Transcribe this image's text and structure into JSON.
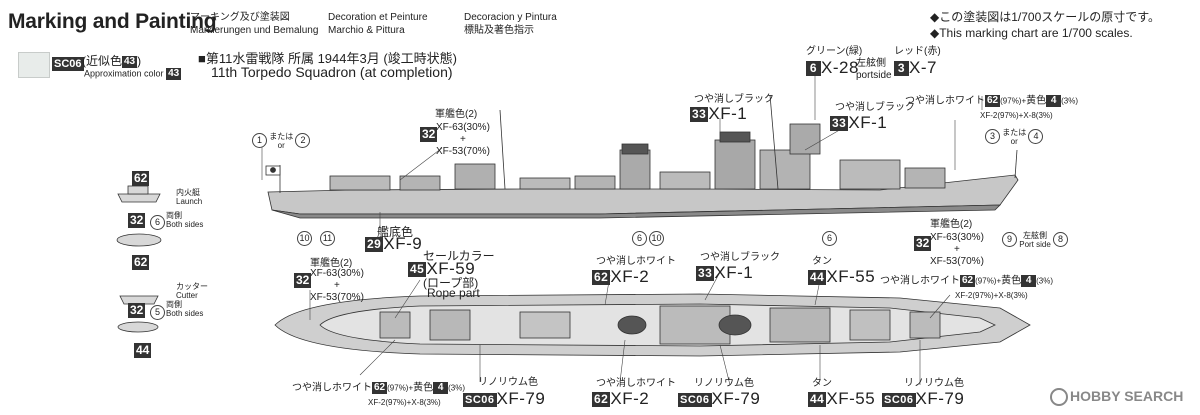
{
  "title": "Marking and Painting",
  "subtitles": {
    "ja": "マーキング及び塗装図",
    "de": "Markierungen und Bemalung",
    "fr": "Decoration et Peinture",
    "it": "Marchio & Pittura",
    "es": "Decoracion y Pintura",
    "zh": "標貼及著色指示"
  },
  "notes": {
    "ja": "◆この塗装図は1/700スケールの原寸です。",
    "en": "◆This marking chart are 1/700 scales."
  },
  "swatch": {
    "code": "SC06",
    "label_ja": "(近似色",
    "approx_num": "43",
    "close": ")",
    "label_en": "Approximation color",
    "color": "#e8ecea"
  },
  "unit": {
    "ja": "■第11水雷戦隊 所属 1944年3月 (竣工時状態)",
    "en": "11th Torpedo Squadron (at completion)"
  },
  "boats": {
    "launch_num": "62",
    "launch_ja": "内火艇",
    "launch_en": "Launch",
    "launch_side_num": "32",
    "launch_circle": "6",
    "launch_side_ja": "両側",
    "launch_side_en": "Both sides",
    "launch_bottom_num": "62",
    "cutter_ja": "カッター",
    "cutter_en": "Cutter",
    "cutter_side_num": "32",
    "cutter_circle": "5",
    "cutter_side_ja": "両側",
    "cutter_side_en": "Both sides",
    "cutter_bottom_num": "44"
  },
  "profile": {
    "c1": "1",
    "or_ja": "または",
    "or_en": "or",
    "c2": "2",
    "c3": "3",
    "c4": "4",
    "hull_color_ja": "軍艦色(2)",
    "hull_num": "32",
    "xf63": "XF-63(30%)",
    "plus": "+",
    "xf53": "XF-53(70%)",
    "flat_black_ja": "つや消しブラック",
    "flat_black_num": "33",
    "flat_black_code": "XF-1",
    "green_ja": "グリーン(緑)",
    "green_num": "6",
    "green_code": "X-28",
    "red_ja": "レッド(赤)",
    "red_num": "3",
    "red_code": "X-7",
    "port_ja": "左舷側",
    "port_en": "portside",
    "flat_white_ja": "つや消しホワイト",
    "flat_white_num": "62",
    "flat_white_pct": "(97%)+",
    "yellow_ja": "黄色",
    "yellow_num": "4",
    "yellow_pct": "(3%)",
    "mix_code": "XF-2(97%)+X-8(3%)",
    "bottom_ja": "艦底色",
    "bottom_num": "29",
    "bottom_code": "XF-9",
    "c6": "6",
    "c10": "10",
    "c11": "11",
    "c9": "9",
    "c8": "8",
    "port_side_ja": "左舷側",
    "port_side_en": "Port side"
  },
  "plan": {
    "sail_ja": "セールカラー",
    "sail_num": "45",
    "sail_code": "XF-59",
    "rope_ja": "(ロープ部)",
    "rope_en": "Rope part",
    "tan_ja": "タン",
    "tan_num": "44",
    "tan_code": "XF-55",
    "flat_white_ja": "つや消しホワイト",
    "fw_num": "62",
    "fw_code": "XF-2",
    "lino_ja": "リノリウム色",
    "lino_num": "SC06",
    "lino_code": "XF-79"
  },
  "watermark": "HOBBY SEARCH"
}
